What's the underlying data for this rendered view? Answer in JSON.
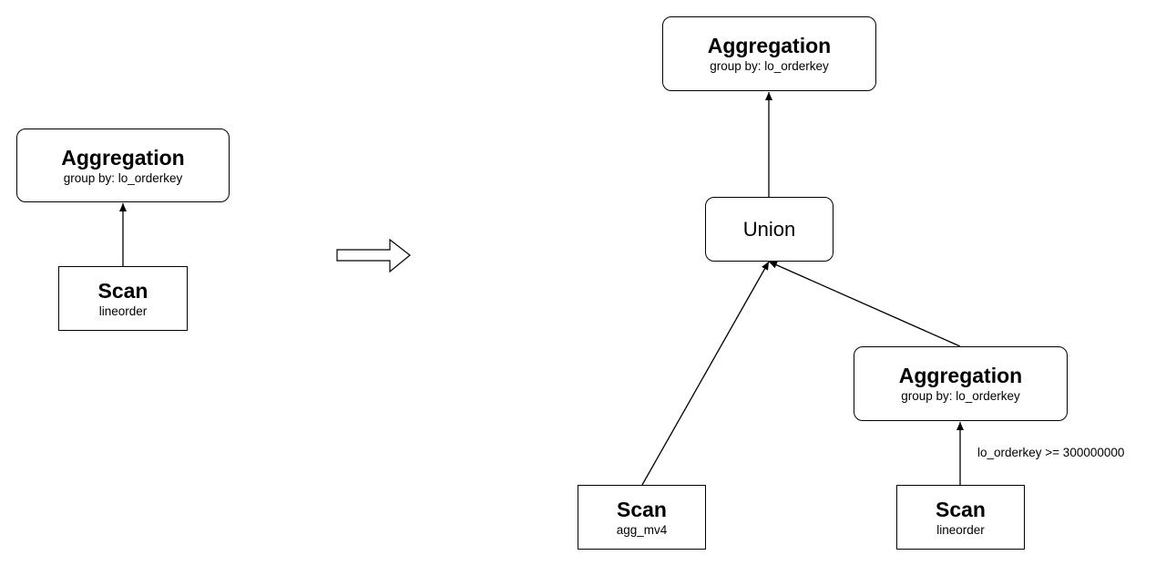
{
  "before": {
    "aggregation": {
      "title": "Aggregation",
      "detail": "group by: lo_orderkey"
    },
    "scan": {
      "title": "Scan",
      "detail": "lineorder"
    }
  },
  "after": {
    "aggregation_top": {
      "title": "Aggregation",
      "detail": "group by: lo_orderkey"
    },
    "union": {
      "title": "Union"
    },
    "aggregation_inner": {
      "title": "Aggregation",
      "detail": "group by: lo_orderkey"
    },
    "filter_label": "lo_orderkey >= 300000000",
    "scan_mv": {
      "title": "Scan",
      "detail": "agg_mv4"
    },
    "scan_lineorder": {
      "title": "Scan",
      "detail": "lineorder"
    }
  },
  "colors": {
    "stroke": "#000000",
    "background": "#ffffff"
  }
}
